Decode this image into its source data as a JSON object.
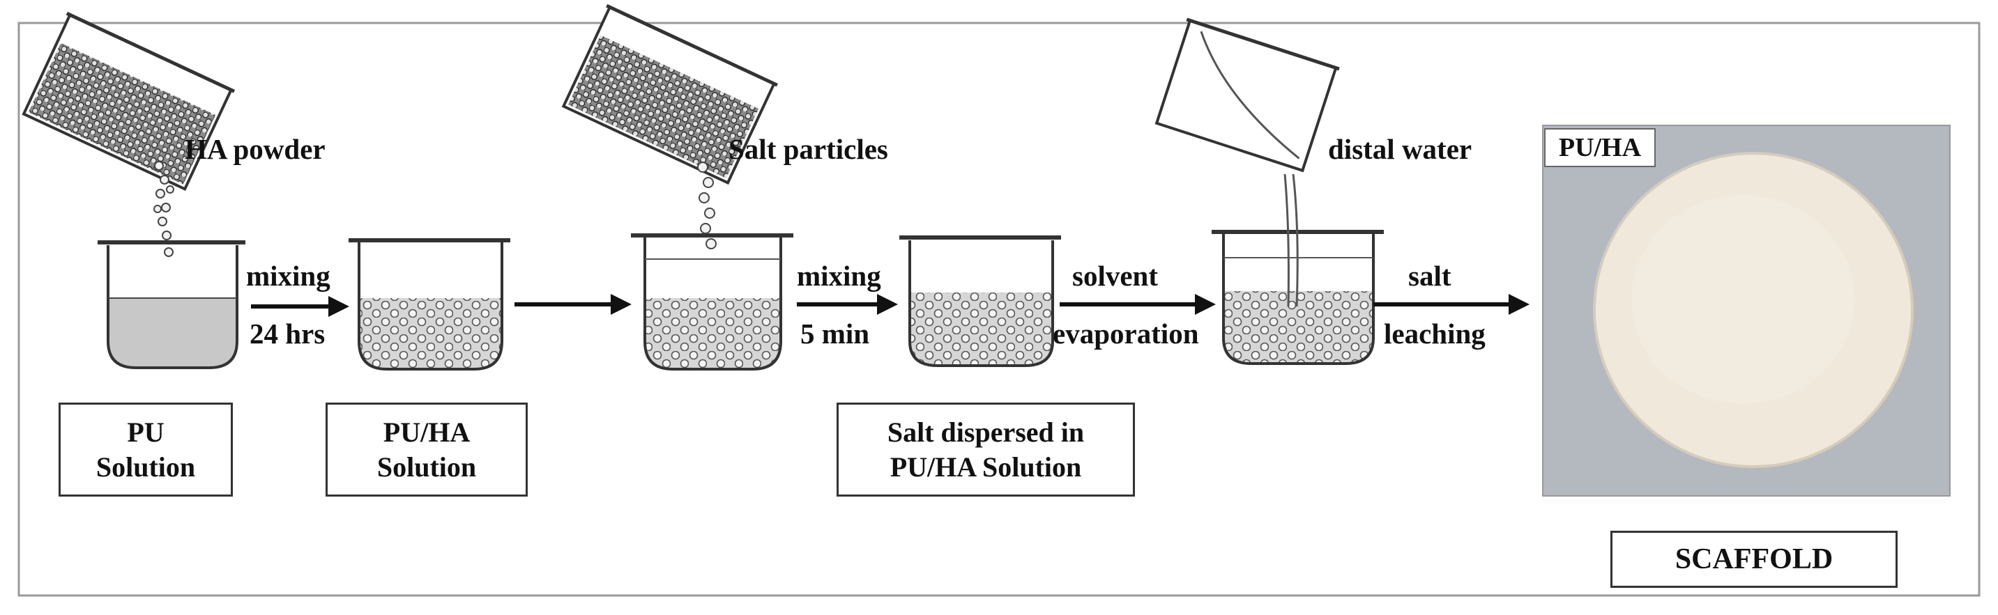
{
  "labels": {
    "ha_powder": "HA powder",
    "salt_particles": "Salt particles",
    "distal_water": "distal water",
    "mixing_1": "mixing",
    "time_1": "24 hrs",
    "mixing_2": "mixing",
    "time_2": "5 min",
    "solvent": "solvent",
    "evaporation": "evaporation",
    "salt": "salt",
    "leaching": "leaching"
  },
  "boxes": {
    "pu_solution": [
      "PU",
      "Solution"
    ],
    "pu_ha_solution": [
      "PU/HA",
      "Solution"
    ],
    "salt_dispersed": [
      "Salt dispersed in",
      "PU/HA Solution"
    ],
    "scaffold": "SCAFFOLD"
  },
  "photo": {
    "tag": "PU/HA",
    "background_color": "#b4b8bf",
    "disc_color": "#efe8db"
  },
  "colors": {
    "solution_fill": "#c8c8c8",
    "outline": "#333333",
    "frame": "#9a9a9a"
  }
}
